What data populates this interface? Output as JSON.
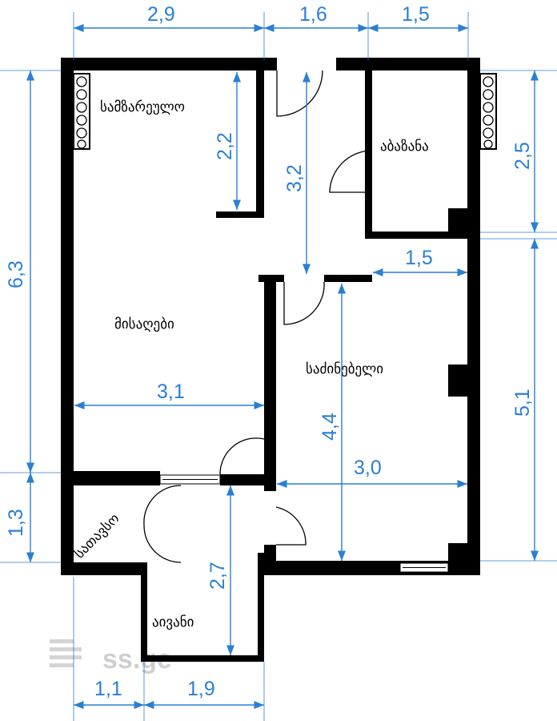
{
  "rooms": {
    "kitchen": "სამზარეულო",
    "bathroom": "აბაზანა",
    "living": "მისაღები",
    "bedroom": "საძინებელი",
    "storage": "სათავსო",
    "balcony": "აივანი"
  },
  "dimensions": {
    "top_left": "2,9",
    "top_mid": "1,6",
    "top_right": "1,5",
    "left_total": "6,3",
    "left_storage": "1,3",
    "kitchen_depth": "2,2",
    "hall_depth": "3,2",
    "bath_depth": "2,5",
    "bath_width": "1,5",
    "bedroom_depth": "5,1",
    "living_width": "3,1",
    "bedroom_height": "4,4",
    "bedroom_width": "3,0",
    "balcony_depth": "2,7",
    "bottom_left": "1,1",
    "bottom_right": "1,9"
  },
  "watermark": "ss.ge",
  "colors": {
    "dimension": "#2a7fd4",
    "wall": "#000000"
  }
}
